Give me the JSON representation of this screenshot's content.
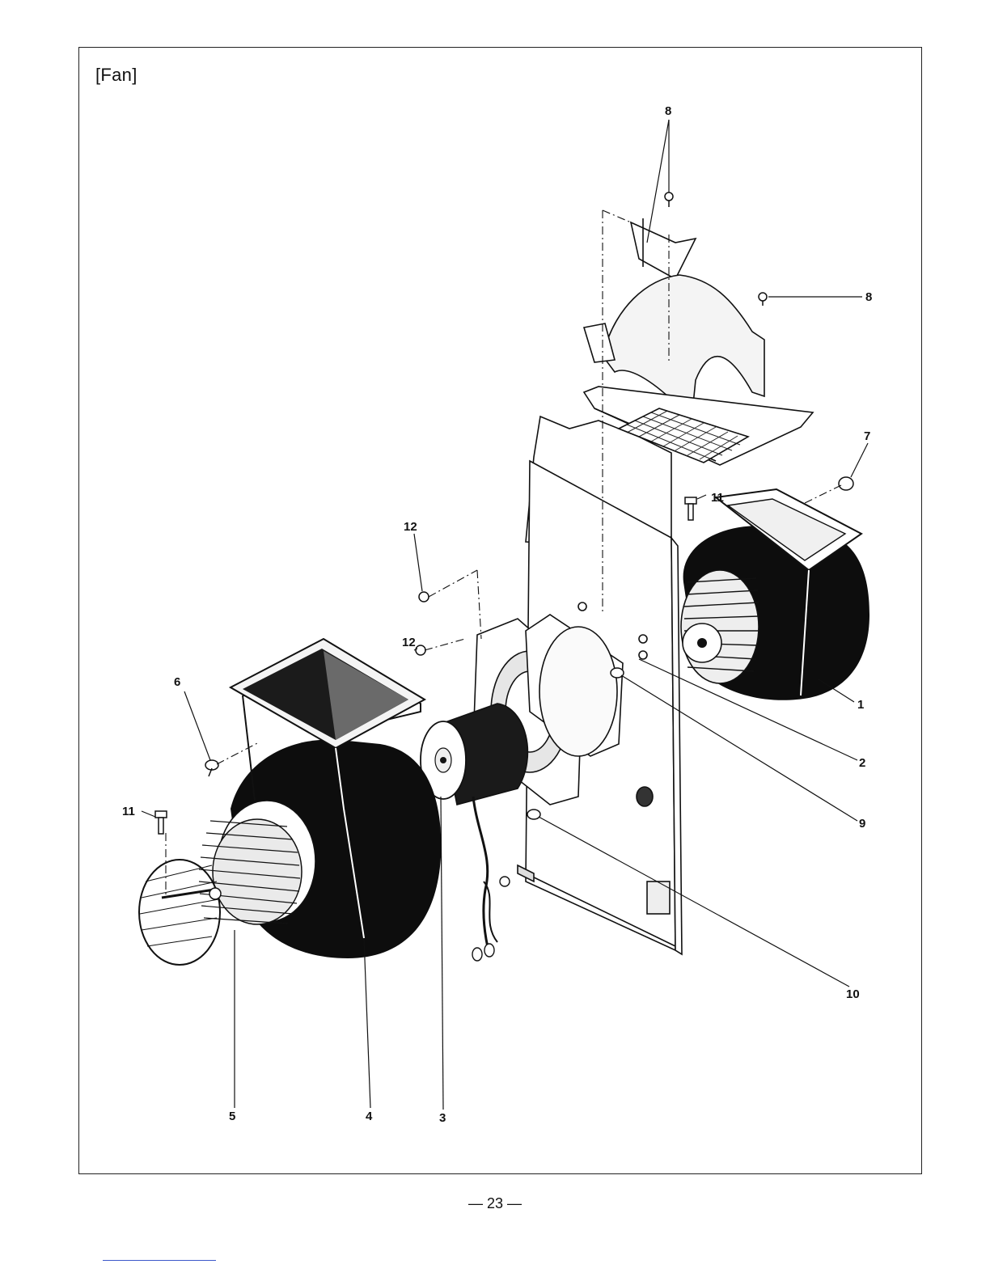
{
  "page": {
    "section_title": "[Fan]",
    "page_number": "— 23 —"
  },
  "diagram": {
    "callouts": [
      {
        "id": "c8a",
        "label": "8"
      },
      {
        "id": "c8b",
        "label": "8"
      },
      {
        "id": "c7",
        "label": "7"
      },
      {
        "id": "c11a",
        "label": "11"
      },
      {
        "id": "c12a",
        "label": "12"
      },
      {
        "id": "c12b",
        "label": "12"
      },
      {
        "id": "c6",
        "label": "6"
      },
      {
        "id": "c11b",
        "label": "11"
      },
      {
        "id": "c1",
        "label": "1"
      },
      {
        "id": "c2",
        "label": "2"
      },
      {
        "id": "c9",
        "label": "9"
      },
      {
        "id": "c10",
        "label": "10"
      },
      {
        "id": "c5",
        "label": "5"
      },
      {
        "id": "c4",
        "label": "4"
      },
      {
        "id": "c3",
        "label": "3"
      }
    ]
  }
}
